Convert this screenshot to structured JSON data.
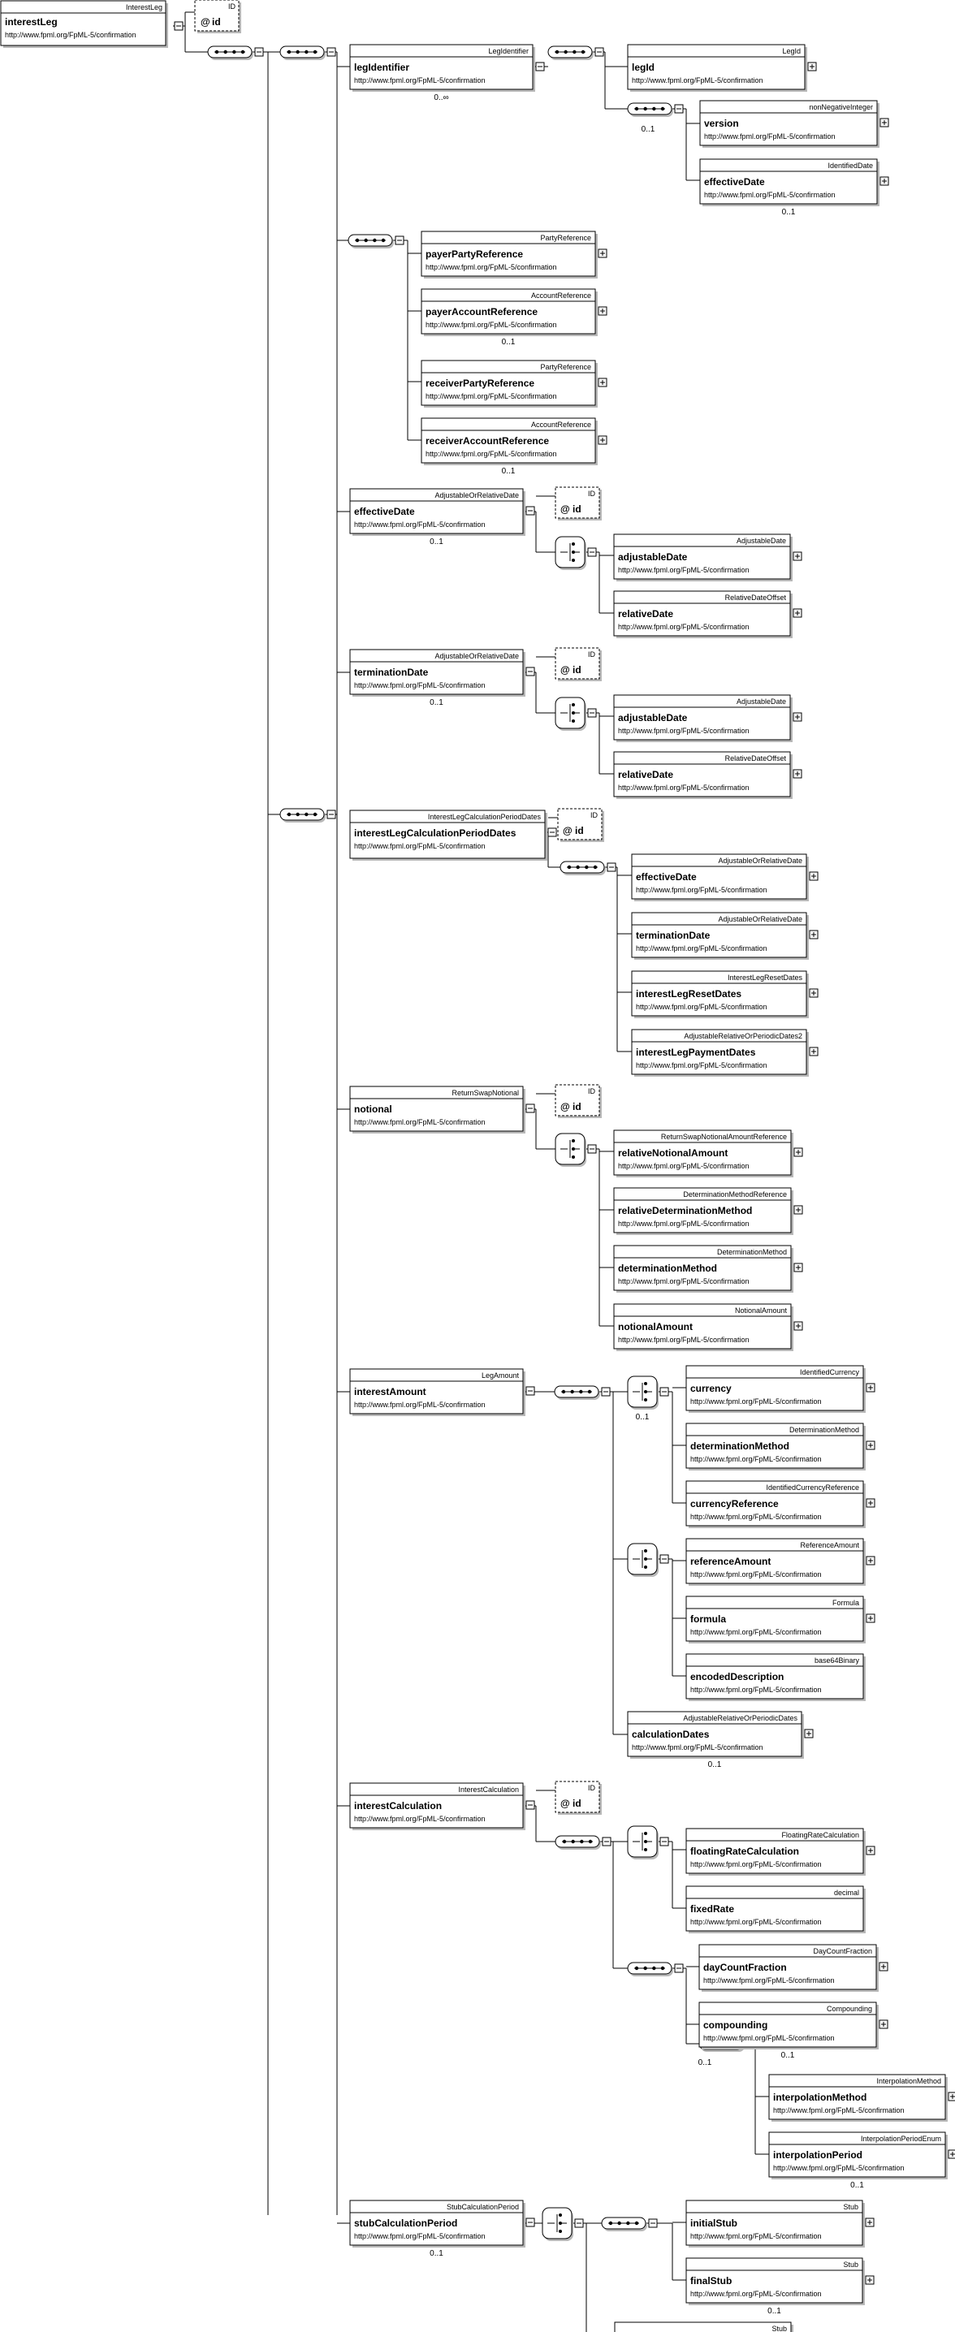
{
  "diagram": {
    "root": {
      "type": "InterestLeg",
      "name": "interestLeg",
      "ns": "http://www.fpml.org/FpML-5/confirmation"
    },
    "root_attr": {
      "type": "ID",
      "name": "id"
    },
    "nodes": [
      {
        "id": "legIdentifier",
        "type": "LegIdentifier",
        "name": "legIdentifier",
        "ns": "http://www.fpml.org/FpML-5/confirmation",
        "card": "0..∞"
      },
      {
        "id": "legId",
        "type": "LegId",
        "name": "legId",
        "ns": "http://www.fpml.org/FpML-5/confirmation",
        "card": ""
      },
      {
        "id": "version",
        "type": "nonNegativeInteger",
        "name": "version",
        "ns": "http://www.fpml.org/FpML-5/confirmation",
        "card": ""
      },
      {
        "id": "effectiveDate1",
        "type": "IdentifiedDate",
        "name": "effectiveDate",
        "ns": "http://www.fpml.org/FpML-5/confirmation",
        "card": "0..1"
      },
      {
        "id": "payerParty",
        "type": "PartyReference",
        "name": "payerPartyReference",
        "ns": "http://www.fpml.org/FpML-5/confirmation",
        "card": ""
      },
      {
        "id": "payerAccount",
        "type": "AccountReference",
        "name": "payerAccountReference",
        "ns": "http://www.fpml.org/FpML-5/confirmation",
        "card": "0..1"
      },
      {
        "id": "receiverParty",
        "type": "PartyReference",
        "name": "receiverPartyReference",
        "ns": "http://www.fpml.org/FpML-5/confirmation",
        "card": ""
      },
      {
        "id": "receiverAccount",
        "type": "AccountReference",
        "name": "receiverAccountReference",
        "ns": "http://www.fpml.org/FpML-5/confirmation",
        "card": "0..1"
      },
      {
        "id": "effectiveDate2",
        "type": "AdjustableOrRelativeDate",
        "name": "effectiveDate",
        "ns": "http://www.fpml.org/FpML-5/confirmation",
        "card": "0..1"
      },
      {
        "id": "adjDate1",
        "type": "AdjustableDate",
        "name": "adjustableDate",
        "ns": "http://www.fpml.org/FpML-5/confirmation",
        "card": ""
      },
      {
        "id": "relDate1",
        "type": "RelativeDateOffset",
        "name": "relativeDate",
        "ns": "http://www.fpml.org/FpML-5/confirmation",
        "card": ""
      },
      {
        "id": "terminationDate1",
        "type": "AdjustableOrRelativeDate",
        "name": "terminationDate",
        "ns": "http://www.fpml.org/FpML-5/confirmation",
        "card": "0..1"
      },
      {
        "id": "adjDate2",
        "type": "AdjustableDate",
        "name": "adjustableDate",
        "ns": "http://www.fpml.org/FpML-5/confirmation",
        "card": ""
      },
      {
        "id": "relDate2",
        "type": "RelativeDateOffset",
        "name": "relativeDate",
        "ns": "http://www.fpml.org/FpML-5/confirmation",
        "card": ""
      },
      {
        "id": "ilcpd",
        "type": "InterestLegCalculationPeriodDates",
        "name": "interestLegCalculationPeriodDates",
        "ns": "http://www.fpml.org/FpML-5/confirmation",
        "card": ""
      },
      {
        "id": "effectiveDate3",
        "type": "AdjustableOrRelativeDate",
        "name": "effectiveDate",
        "ns": "http://www.fpml.org/FpML-5/confirmation",
        "card": ""
      },
      {
        "id": "terminationDate2",
        "type": "AdjustableOrRelativeDate",
        "name": "terminationDate",
        "ns": "http://www.fpml.org/FpML-5/confirmation",
        "card": ""
      },
      {
        "id": "resetDates",
        "type": "InterestLegResetDates",
        "name": "interestLegResetDates",
        "ns": "http://www.fpml.org/FpML-5/confirmation",
        "card": ""
      },
      {
        "id": "paymentDates",
        "type": "AdjustableRelativeOrPeriodicDates2",
        "name": "interestLegPaymentDates",
        "ns": "http://www.fpml.org/FpML-5/confirmation",
        "card": ""
      },
      {
        "id": "notional",
        "type": "ReturnSwapNotional",
        "name": "notional",
        "ns": "http://www.fpml.org/FpML-5/confirmation",
        "card": ""
      },
      {
        "id": "relNotional",
        "type": "ReturnSwapNotionalAmountReference",
        "name": "relativeNotionalAmount",
        "ns": "http://www.fpml.org/FpML-5/confirmation",
        "card": ""
      },
      {
        "id": "relDetMethod",
        "type": "DeterminationMethodReference",
        "name": "relativeDeterminationMethod",
        "ns": "http://www.fpml.org/FpML-5/confirmation",
        "card": ""
      },
      {
        "id": "detMethod1",
        "type": "DeterminationMethod",
        "name": "determinationMethod",
        "ns": "http://www.fpml.org/FpML-5/confirmation",
        "card": ""
      },
      {
        "id": "notionalAmount",
        "type": "NotionalAmount",
        "name": "notionalAmount",
        "ns": "http://www.fpml.org/FpML-5/confirmation",
        "card": ""
      },
      {
        "id": "interestAmount",
        "type": "LegAmount",
        "name": "interestAmount",
        "ns": "http://www.fpml.org/FpML-5/confirmation",
        "card": ""
      },
      {
        "id": "currency",
        "type": "IdentifiedCurrency",
        "name": "currency",
        "ns": "http://www.fpml.org/FpML-5/confirmation",
        "card": ""
      },
      {
        "id": "detMethod2",
        "type": "DeterminationMethod",
        "name": "determinationMethod",
        "ns": "http://www.fpml.org/FpML-5/confirmation",
        "card": ""
      },
      {
        "id": "currencyRef",
        "type": "IdentifiedCurrencyReference",
        "name": "currencyReference",
        "ns": "http://www.fpml.org/FpML-5/confirmation",
        "card": ""
      },
      {
        "id": "refAmount",
        "type": "ReferenceAmount",
        "name": "referenceAmount",
        "ns": "http://www.fpml.org/FpML-5/confirmation",
        "card": ""
      },
      {
        "id": "formula",
        "type": "Formula",
        "name": "formula",
        "ns": "http://www.fpml.org/FpML-5/confirmation",
        "card": ""
      },
      {
        "id": "encodedDesc",
        "type": "base64Binary",
        "name": "encodedDescription",
        "ns": "http://www.fpml.org/FpML-5/confirmation",
        "card": ""
      },
      {
        "id": "calcDates",
        "type": "AdjustableRelativeOrPeriodicDates",
        "name": "calculationDates",
        "ns": "http://www.fpml.org/FpML-5/confirmation",
        "card": "0..1"
      },
      {
        "id": "interestCalc",
        "type": "InterestCalculation",
        "name": "interestCalculation",
        "ns": "http://www.fpml.org/FpML-5/confirmation",
        "card": ""
      },
      {
        "id": "floatingRate",
        "type": "FloatingRateCalculation",
        "name": "floatingRateCalculation",
        "ns": "http://www.fpml.org/FpML-5/confirmation",
        "card": ""
      },
      {
        "id": "fixedRate",
        "type": "decimal",
        "name": "fixedRate",
        "ns": "http://www.fpml.org/FpML-5/confirmation",
        "card": ""
      },
      {
        "id": "dayCount",
        "type": "DayCountFraction",
        "name": "dayCountFraction",
        "ns": "http://www.fpml.org/FpML-5/confirmation",
        "card": ""
      },
      {
        "id": "compounding",
        "type": "Compounding",
        "name": "compounding",
        "ns": "http://www.fpml.org/FpML-5/confirmation",
        "card": "0..1"
      },
      {
        "id": "interpMethod",
        "type": "InterpolationMethod",
        "name": "interpolationMethod",
        "ns": "http://www.fpml.org/FpML-5/confirmation",
        "card": ""
      },
      {
        "id": "interpPeriod",
        "type": "InterpolationPeriodEnum",
        "name": "interpolationPeriod",
        "ns": "http://www.fpml.org/FpML-5/confirmation",
        "card": "0..1"
      },
      {
        "id": "stubCalc",
        "type": "StubCalculationPeriod",
        "name": "stubCalculationPeriod",
        "ns": "http://www.fpml.org/FpML-5/confirmation",
        "card": "0..1"
      },
      {
        "id": "initialStub",
        "type": "Stub",
        "name": "initialStub",
        "ns": "http://www.fpml.org/FpML-5/confirmation",
        "card": ""
      },
      {
        "id": "finalStub1",
        "type": "Stub",
        "name": "finalStub",
        "ns": "http://www.fpml.org/FpML-5/confirmation",
        "card": "0..1"
      },
      {
        "id": "finalStub2",
        "type": "Stub",
        "name": "finalStub",
        "ns": "http://www.fpml.org/FpML-5/confirmation",
        "card": ""
      }
    ],
    "attributes": [
      {
        "id": "attrEff",
        "type": "ID",
        "name": "id"
      },
      {
        "id": "attrTerm",
        "type": "ID",
        "name": "id"
      },
      {
        "id": "attrIlcpd",
        "type": "ID",
        "name": "id"
      },
      {
        "id": "attrNotional",
        "type": "ID",
        "name": "id"
      },
      {
        "id": "attrCalc",
        "type": "ID",
        "name": "id"
      }
    ],
    "compositor_labels": [
      {
        "id": "cmpIaOpt",
        "card": "0..1"
      },
      {
        "id": "cmpInterpSeq",
        "card": "0..1"
      },
      {
        "id": "cmpVersionSeq",
        "card": "0..1"
      }
    ]
  }
}
